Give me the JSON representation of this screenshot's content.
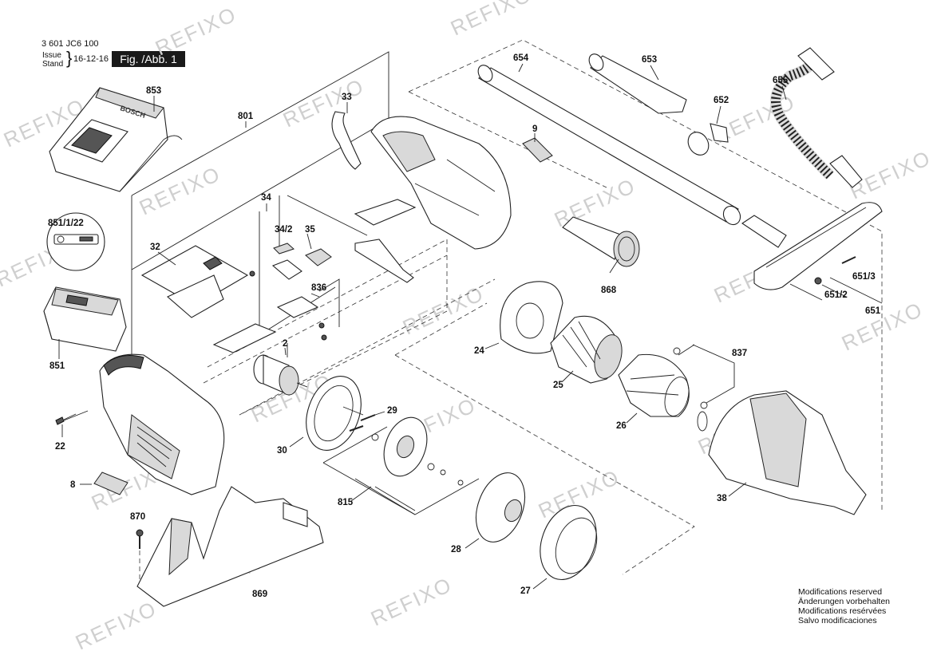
{
  "header": {
    "doc_number": "3 601 JC6 100",
    "issue_label_line1": "Issue",
    "issue_label_line2": "Stand",
    "issue_date": "16-12-16",
    "figure_label": "Fig. /Abb. 1"
  },
  "watermark": "REFIXO",
  "charger_brand": "BOSCH",
  "parts": {
    "p853": "853",
    "p801": "801",
    "p33": "33",
    "p9": "9",
    "p654": "654",
    "p653": "653",
    "p652": "652",
    "p655": "655",
    "p851_1_22": "851/1/22",
    "p32": "32",
    "p34": "34",
    "p34_2": "34/2",
    "p35": "35",
    "p836": "836",
    "p868": "868",
    "p651_3": "651/3",
    "p651_2": "651/2",
    "p651": "651",
    "p851": "851",
    "p2": "2",
    "p24": "24",
    "p837": "837",
    "p25": "25",
    "p22": "22",
    "p29": "29",
    "p26": "26",
    "p30": "30",
    "p8": "8",
    "p815": "815",
    "p38": "38",
    "p870": "870",
    "p28": "28",
    "p869": "869",
    "p27": "27"
  },
  "notes": [
    "Modifications reserved",
    "Änderungen vorbehalten",
    "Modifications resérvées",
    "Salvo modificaciones"
  ]
}
